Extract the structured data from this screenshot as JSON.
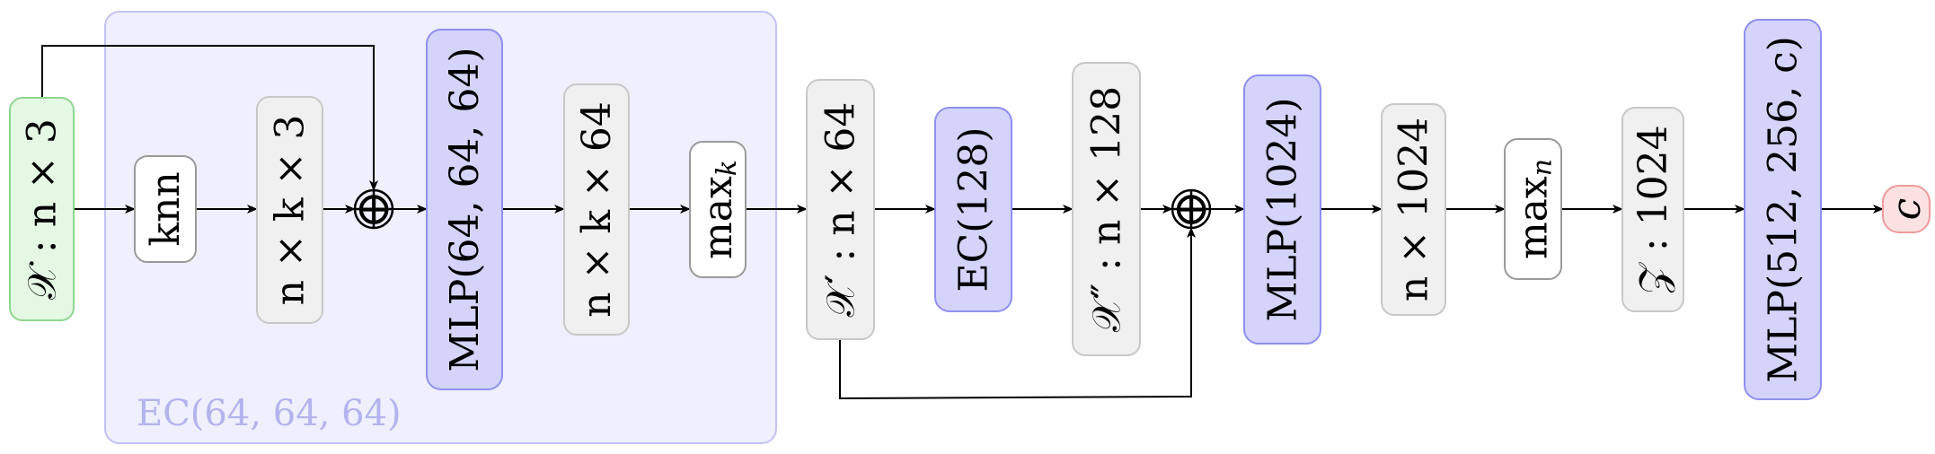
{
  "diagram": {
    "group": {
      "label": "EC(64, 64, 64)"
    },
    "colors": {
      "input_fill": "#e4f8e4",
      "input_stroke": "#8fd68f",
      "op_fill": "#ffffff",
      "op_stroke": "#9a9a9a",
      "tensor_fill": "#f0f0f0",
      "tensor_stroke": "#c8c8c8",
      "mlp_fill": "#d4d4fb",
      "mlp_stroke": "#8f8fef",
      "output_fill": "#fbe2e2",
      "output_stroke": "#ef9a9a",
      "group_fill": "#efeffd",
      "group_stroke": "#c2c2f4"
    },
    "nodes": [
      {
        "id": "input",
        "label": "𝒳 : n × 3",
        "kind": "input"
      },
      {
        "id": "knn",
        "label": "knn",
        "kind": "op"
      },
      {
        "id": "nk3",
        "label": "n × k × 3",
        "kind": "tensor"
      },
      {
        "id": "plus1",
        "label": "⊕",
        "kind": "sum"
      },
      {
        "id": "mlp1",
        "label": "MLP(64, 64, 64)",
        "kind": "mlp"
      },
      {
        "id": "nk64",
        "label": "n × k × 64",
        "kind": "tensor"
      },
      {
        "id": "maxk",
        "label": "max",
        "sub": "k",
        "kind": "op"
      },
      {
        "id": "x1",
        "label": "𝒳′ : n × 64",
        "kind": "tensor"
      },
      {
        "id": "ec128",
        "label": "EC(128)",
        "kind": "mlp"
      },
      {
        "id": "x2",
        "label": "𝒳″ : n × 128",
        "kind": "tensor"
      },
      {
        "id": "plus2",
        "label": "⊕",
        "kind": "sum"
      },
      {
        "id": "mlp1024",
        "label": "MLP(1024)",
        "kind": "mlp"
      },
      {
        "id": "n1024",
        "label": "n × 1024",
        "kind": "tensor"
      },
      {
        "id": "maxn",
        "label": "max",
        "sub": "n",
        "kind": "op"
      },
      {
        "id": "z",
        "label": "𝒵 : 1024",
        "kind": "tensor"
      },
      {
        "id": "mlpout",
        "label": "MLP(512, 256, c)",
        "kind": "mlp"
      },
      {
        "id": "c",
        "label": "c",
        "kind": "output"
      }
    ]
  }
}
